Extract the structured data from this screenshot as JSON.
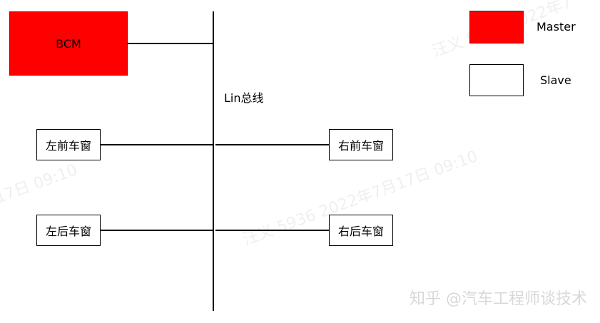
{
  "diagram": {
    "bcm_label": "BCM",
    "bus_label": "Lin总线",
    "nodes": {
      "front_left": "左前车窗",
      "rear_left": "左后车窗",
      "front_right": "右前车窗",
      "rear_right": "右后车窗"
    }
  },
  "legend": {
    "master_label": "Master",
    "slave_label": "Slave",
    "master_color": "#ff0000",
    "slave_color": "#ffffff"
  },
  "watermarks": {
    "text_a": "汪义 5936 2022年7月17日 09:10",
    "text_b": "17日 09:10",
    "text_c": "汪义 5936 2022年7"
  },
  "credit": "知乎 @汽车工程师谈技术"
}
